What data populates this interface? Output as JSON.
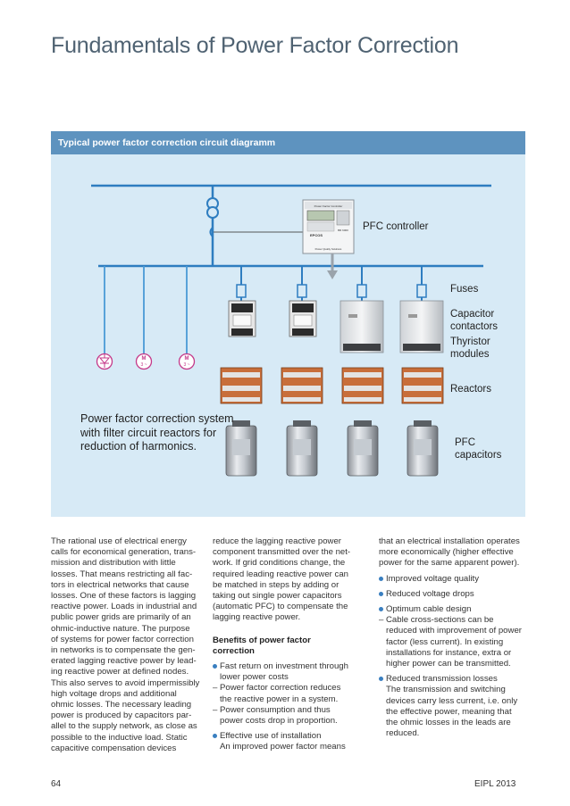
{
  "page": {
    "title": "Fundamentals of Power Factor Correction",
    "page_number": "64",
    "footer_right": "EIPL 2013"
  },
  "figure": {
    "header": "Typical power factor correction circuit diagramm",
    "caption": [
      "Power factor correction system",
      "with filter circuit reactors for",
      "reduction of harmonics."
    ],
    "labels": {
      "pfc_controller": "PFC controller",
      "fuses": "Fuses",
      "capacitor_contactors": [
        "Capacitor",
        "contactors"
      ],
      "thyristor_modules": [
        "Thyristor",
        "modules"
      ],
      "reactors": "Reactors",
      "pfc_capacitors": [
        "PFC",
        "capacitors"
      ]
    },
    "motor_symbol": {
      "top": "M",
      "bottom": "3 ~"
    },
    "controller_panel": {
      "header": "Power Factor Controller",
      "brand": "EPCOS",
      "model": "BR 6000",
      "footer": "Power Quality Solutions"
    },
    "colors": {
      "panel_bg": "#d7eaf6",
      "header_bar": "#5e93bf",
      "bus_line": "#2e7dc0",
      "feeder_line": "#4a9ad6"
    }
  },
  "body_text": {
    "col1": {
      "paragraph": [
        "The rational use of electrical energy",
        "calls for economical generation, trans-",
        "mission and distribution with little",
        "losses. That means restricting all fac-",
        "tors in electrical networks that cause",
        "losses. One of these factors is lagging",
        "reactive power. Loads in industrial and",
        "public power grids are primarily of an",
        "ohmic-inductive nature. The purpose",
        "of systems for power factor correction",
        "in networks is to compensate the gen-",
        "erated  lagging reactive power by lead-",
        "ing reactive power at defined nodes.",
        "This also serves to avoid impermissibly",
        "high voltage drops and additional",
        "ohmic losses. The necessary leading",
        "power is produced by capacitors par-",
        "allel to the supply network, as close as",
        "possible to the inductive load. Static",
        "capacitive compensation devices"
      ]
    },
    "col2": {
      "paragraph": [
        "reduce the lagging reactive power",
        "component transmitted over the net-",
        "work. If grid conditions change, the",
        "required leading reactive power can",
        "be matched in steps by adding or",
        "taking out single power capacitors",
        "(automatic PFC) to compensate the",
        "lagging reactive power."
      ],
      "heading": [
        "Benefits of power factor",
        "correction"
      ],
      "bullet1": [
        "Fast return on investment through",
        "lower power costs"
      ],
      "bullet1_dash1": [
        "Power factor correction reduces",
        "the reactive power in a system."
      ],
      "bullet1_dash2": [
        "Power consumption and thus",
        "power costs drop in proportion."
      ],
      "bullet2": [
        "Effective use of installation",
        "An improved power factor means"
      ]
    },
    "col3": {
      "paragraph": [
        "that an electrical installation operates",
        "more economically (higher effective",
        "power for the same apparent power)."
      ],
      "bullet1": "Improved voltage quality",
      "bullet2": "Reduced voltage drops",
      "bullet3": "Optimum cable design",
      "bullet3_dash": [
        "Cable cross-sections can be",
        "reduced with improvement of power",
        "factor (less current). In existing",
        "installations for instance, extra or",
        "higher power can be transmitted."
      ],
      "bullet4": [
        "Reduced transmission losses",
        "The transmission and switching",
        "devices carry less current, i.e. only",
        "the effective power, meaning that",
        "the ohmic losses in the leads are",
        "reduced."
      ]
    }
  }
}
